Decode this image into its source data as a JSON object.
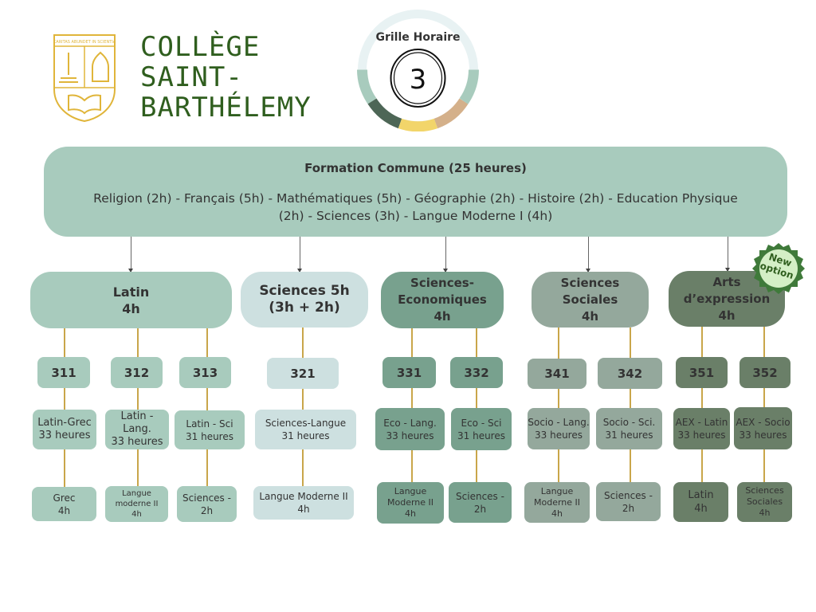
{
  "header": {
    "school_line1": "COLLÈGE",
    "school_line2": "SAINT-",
    "school_line3": "BARTHÉLEMY",
    "motto": "CARITAS ABUNDET IN SCIENTIA",
    "grille_title": "Grille Horaire",
    "grade": "3"
  },
  "formation": {
    "title": "Formation Commune (25 heures)",
    "line1": "Religion (2h) - Français (5h) - Mathématiques (5h) - Géographie (2h) - Histoire (2h) - Education Physique",
    "line2": "(2h) - Sciences (3h) - Langue Moderne I (4h)"
  },
  "badge": {
    "line1": "New",
    "line2": "option"
  },
  "options": [
    {
      "l1": "Latin",
      "l2": "4h",
      "l3": ""
    },
    {
      "l1": "Sciences 5h",
      "l2": "(3h + 2h)",
      "l3": ""
    },
    {
      "l1": "Sciences-",
      "l2": "Economiques",
      "l3": "4h"
    },
    {
      "l1": "Sciences",
      "l2": "Sociales",
      "l3": "4h"
    },
    {
      "l1": "Arts",
      "l2": "d’expression",
      "l3": "4h"
    }
  ],
  "tracks": [
    {
      "code": "311",
      "m1": "Latin-Grec",
      "m2": "33 heures",
      "b1": "Grec",
      "b2": "4h",
      "b3": ""
    },
    {
      "code": "312",
      "m1": "Latin - Lang.",
      "m2": "33 heures",
      "b1": "Langue",
      "b2": "moderne II",
      "b3": "4h"
    },
    {
      "code": "313",
      "m1": "Latin - Sci",
      "m2": "31 heures",
      "b1": "Sciences -",
      "b2": "2h",
      "b3": ""
    },
    {
      "code": "321",
      "m1": "Sciences-Langue",
      "m2": "31 heures",
      "b1": "Langue Moderne II",
      "b2": "4h",
      "b3": ""
    },
    {
      "code": "331",
      "m1": "Eco - Lang.",
      "m2": "33 heures",
      "b1": "Langue",
      "b2": "Moderne II",
      "b3": "4h"
    },
    {
      "code": "332",
      "m1": "Eco - Sci",
      "m2": "31 heures",
      "b1": "Sciences -",
      "b2": "2h",
      "b3": ""
    },
    {
      "code": "341",
      "m1": "Socio - Lang.",
      "m2": "33 heures",
      "b1": "Langue",
      "b2": "Moderne II",
      "b3": "4h"
    },
    {
      "code": "342",
      "m1": "Socio - Sci.",
      "m2": "31 heures",
      "b1": "Sciences -",
      "b2": "2h",
      "b3": ""
    },
    {
      "code": "351",
      "m1": "AEX - Latin",
      "m2": "33 heures",
      "b1": "Latin",
      "b2": "4h",
      "b3": ""
    },
    {
      "code": "352",
      "m1": "AEX - Socio",
      "m2": "33 heures",
      "b1": "Sciences",
      "b2": "Sociales",
      "b3": "4h"
    }
  ],
  "colors": {
    "latin": "#a8cbbd",
    "sciences": "#cde0e0",
    "eco": "#78a18e",
    "socio": "#94a89c",
    "arts": "#6a7f68",
    "gold": "#c9a64a",
    "brand": "#2f5e1e"
  }
}
